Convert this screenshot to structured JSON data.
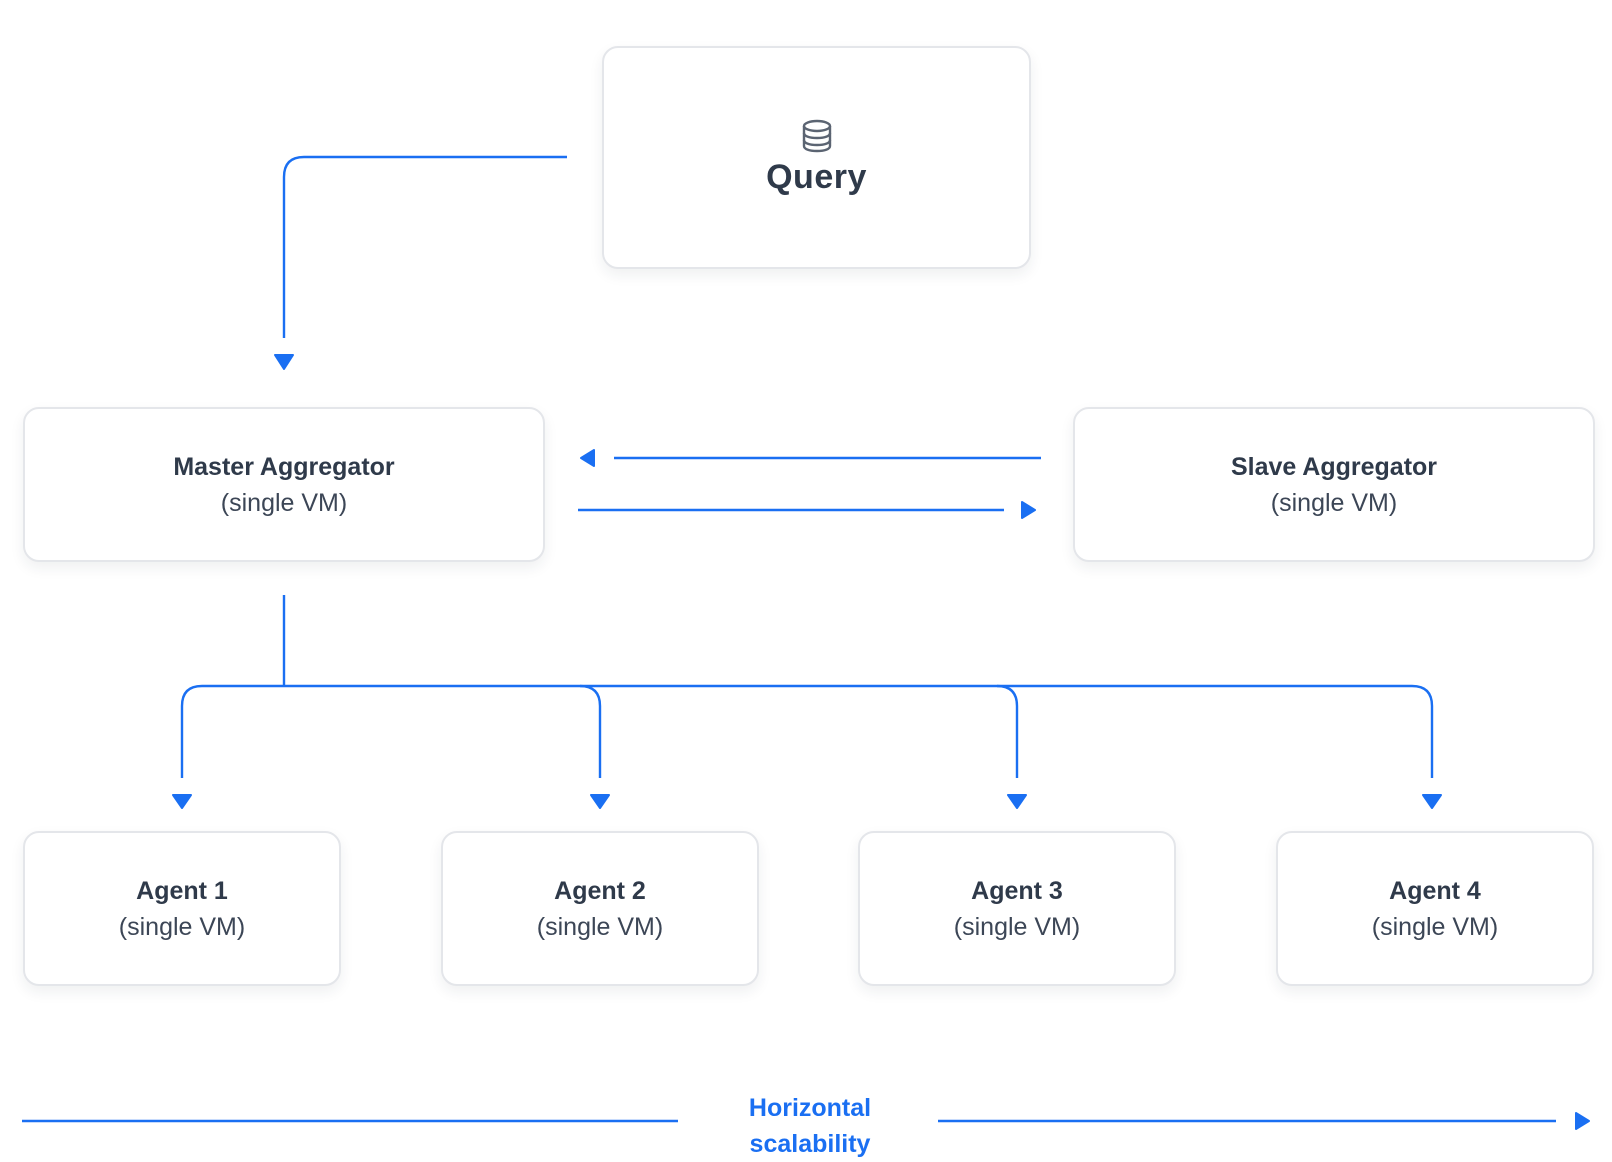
{
  "query": {
    "title": "Query",
    "icon": "database-icon"
  },
  "master": {
    "title": "Master Aggregator",
    "subtitle": "(single VM)"
  },
  "slave": {
    "title": "Slave Aggregator",
    "subtitle": "(single VM)"
  },
  "agents": [
    {
      "title": "Agent 1",
      "subtitle": "(single VM)"
    },
    {
      "title": "Agent 2",
      "subtitle": "(single VM)"
    },
    {
      "title": "Agent 3",
      "subtitle": "(single VM)"
    },
    {
      "title": "Agent 4",
      "subtitle": "(single VM)"
    }
  ],
  "scalability": {
    "line1": "Horizontal",
    "line2": "scalability"
  },
  "colors": {
    "accent": "#1a6ff2",
    "border": "#e4e6ea",
    "text": "#2f3a4a",
    "icon": "#5b6472"
  }
}
